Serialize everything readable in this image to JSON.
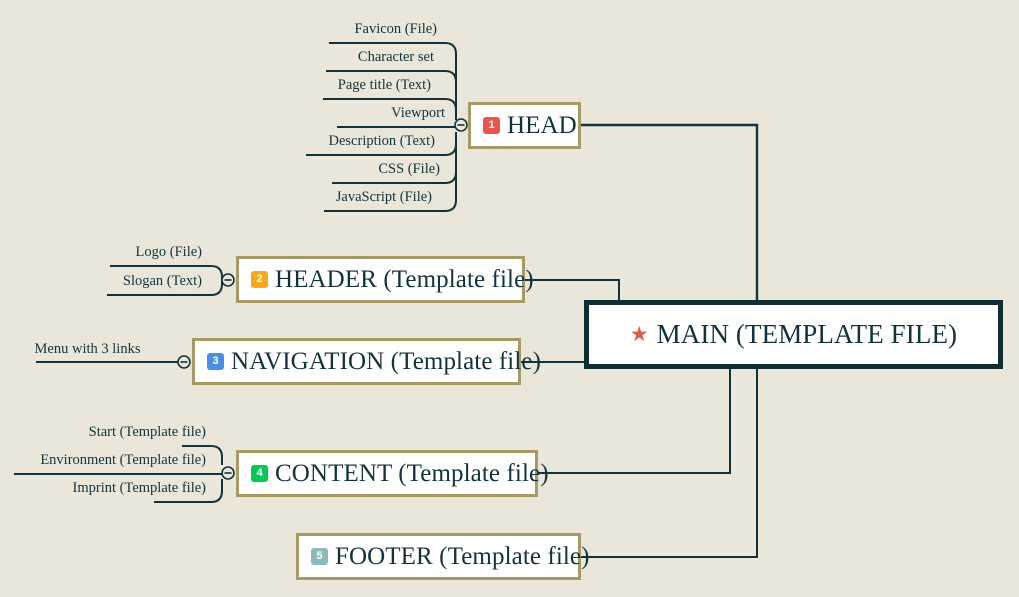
{
  "diagram": {
    "type": "mindmap",
    "title": "Website template structure mind map",
    "background_color": "#EAE7DA",
    "node_border_color": "#A89A67",
    "root_border_color": "#0E2E33",
    "connector_color": "#12333B",
    "text_color": "#12333B",
    "root": {
      "label": "MAIN (TEMPLATE FILE)",
      "icon": "star-icon",
      "icon_color": "#E05A4E"
    },
    "branches": [
      {
        "badge": "1",
        "badge_color": "#E8554E",
        "label": "HEAD",
        "collapse_icon": "minus-circle-icon",
        "children": [
          "Favicon (File)",
          "Character set",
          "Page title (Text)",
          "Viewport",
          "Description  (Text)",
          "CSS (File)",
          "JavaScript (File)"
        ]
      },
      {
        "badge": "2",
        "badge_color": "#F5A81C",
        "label": "HEADER (Template file)",
        "collapse_icon": "minus-circle-icon",
        "children": [
          "Logo (File)",
          "Slogan (Text)"
        ]
      },
      {
        "badge": "3",
        "badge_color": "#4A90E2",
        "label": "NAVIGATION (Template file)",
        "collapse_icon": "minus-circle-icon",
        "children": [
          "Menu with 3 links"
        ]
      },
      {
        "badge": "4",
        "badge_color": "#06C755",
        "label": "CONTENT (Template file)",
        "collapse_icon": "minus-circle-icon",
        "children": [
          "Start (Template file)",
          "Environment (Template file)",
          "Imprint (Template file)"
        ]
      },
      {
        "badge": "5",
        "badge_color": "#8FB8BC",
        "label": "FOOTER (Template file)",
        "collapse_icon": null,
        "children": []
      }
    ]
  }
}
